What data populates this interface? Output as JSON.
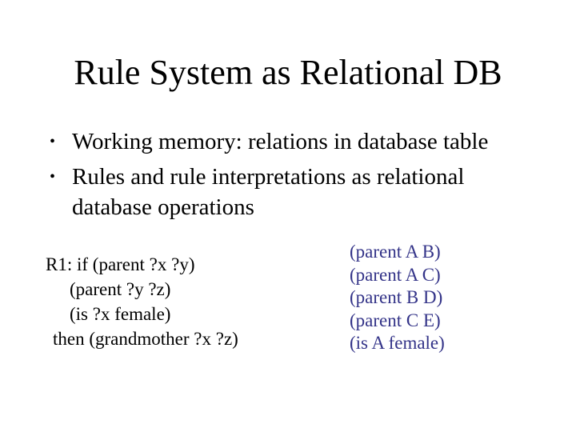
{
  "slide": {
    "title": "Rule System as Relational DB",
    "bullet_char": "•",
    "bullets": [
      "Working memory: relations in database table",
      "Rules and rule interpretations as relational database operations"
    ],
    "rule": {
      "lines": [
        "R1: if (parent ?x ?y)",
        "(parent ?y ?z)",
        "(is ?x female)",
        "then (grandmother ?x ?z)"
      ]
    },
    "facts": {
      "lines": [
        "(parent A B)",
        "(parent A C)",
        "(parent B D)",
        "(parent C E)",
        "(is A female)"
      ]
    },
    "colors": {
      "background": "#FFFFFF",
      "text": "#000000",
      "facts_text": "#333388"
    }
  }
}
